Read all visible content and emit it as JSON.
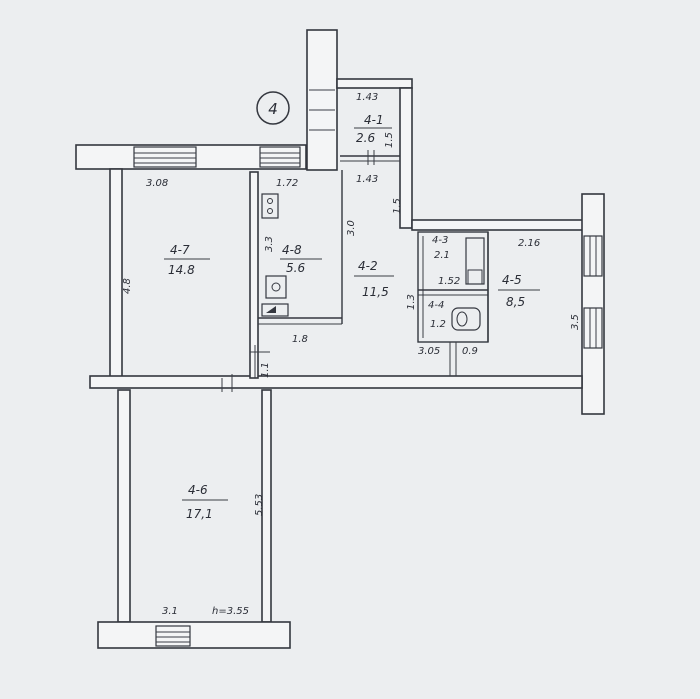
{
  "plan": {
    "apartment_number": "4",
    "rooms": [
      {
        "id": "4-1",
        "area": "2.6"
      },
      {
        "id": "4-2",
        "area": "11,5"
      },
      {
        "id": "4-3",
        "area": "2.1"
      },
      {
        "id": "4-4",
        "area": "1.2"
      },
      {
        "id": "4-5",
        "area": "8,5"
      },
      {
        "id": "4-6",
        "area": "17,1"
      },
      {
        "id": "4-7",
        "area": "14.8"
      },
      {
        "id": "4-8",
        "area": "5.6"
      }
    ],
    "dimensions": {
      "d_143_top": "1.43",
      "d_15_a": "1.5",
      "d_143_b": "1.43",
      "d_15_b": "1.5",
      "d_308": "3.08",
      "d_172": "1.72",
      "d_48": "4.8",
      "d_33": "3.3",
      "d_3b": "3.0",
      "d_18": "1.8",
      "d_11": "1.1",
      "d_216": "2.16",
      "d_35": "3.5",
      "d_152": "1.52",
      "d_305": "3.05",
      "d_09": "0.9",
      "d_13": "1.3",
      "d_553": "5.53",
      "d_31": "3.1",
      "ceiling_height": "h=3.55"
    }
  }
}
